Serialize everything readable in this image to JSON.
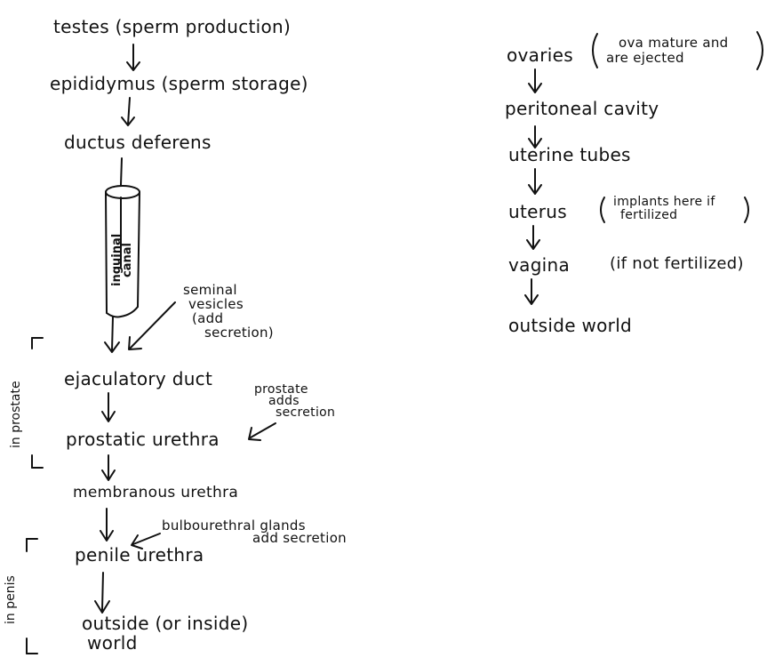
{
  "male": {
    "testes": "testes (sperm production)",
    "epididymus": "epididymus (sperm storage)",
    "ductus": "ductus deferens",
    "canal_line1": "inguinal",
    "canal_line2": "canal",
    "seminal_l1": "seminal",
    "seminal_l2": "vesicles",
    "seminal_l3": "(add",
    "seminal_l4": "secretion)",
    "ejaculatory": "ejaculatory duct",
    "prostate_note_l1": "prostate",
    "prostate_note_l2": "adds",
    "prostate_note_l3": "secretion",
    "prostatic": "prostatic urethra",
    "membranous": "membranous urethra",
    "bulbo_l1": "bulbourethral glands",
    "bulbo_l2": "add secretion",
    "penile": "penile urethra",
    "outside_l1": "outside (or inside)",
    "outside_l2": "world",
    "bracket_prostate": "in prostate",
    "bracket_penis": "in penis"
  },
  "female": {
    "ovaries": "ovaries",
    "ovaries_note_l1": "ova mature and",
    "ovaries_note_l2": "are ejected",
    "peritoneal": "peritoneal cavity",
    "uterine_tubes": "uterine tubes",
    "uterus": "uterus",
    "uterus_note_l1": "implants here if",
    "uterus_note_l2": "fertilized",
    "vagina": "vagina",
    "vagina_note": "(if not fertilized)",
    "outside": "outside world"
  }
}
